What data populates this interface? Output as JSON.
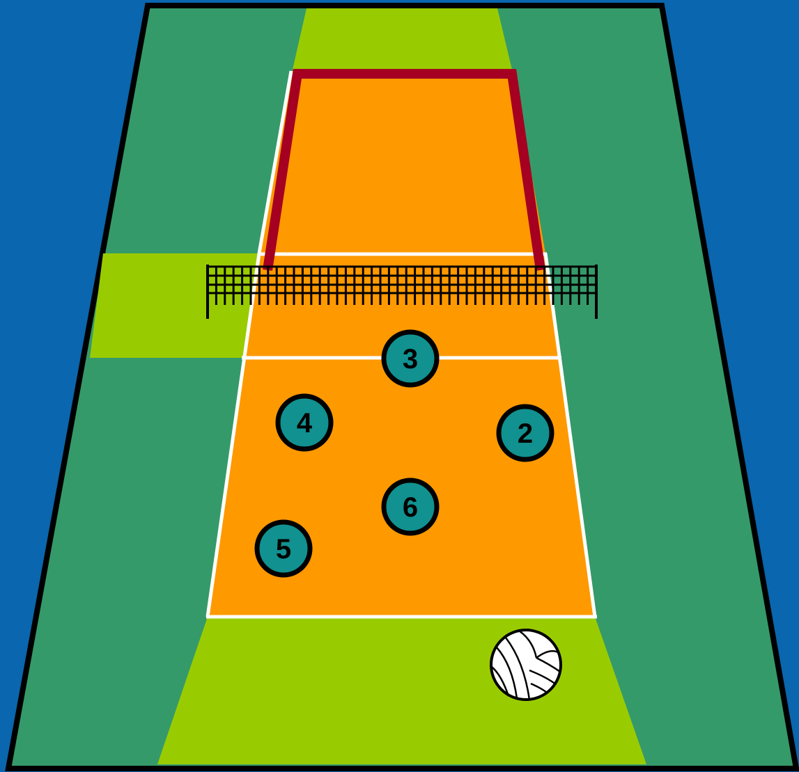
{
  "colors": {
    "background": "#0a66ae",
    "outer_court": "#359a6a",
    "free_zone": "#99cc00",
    "playing_court": "#ff9900",
    "court_lines": "#ffffff",
    "antenna_frame": "#a50021",
    "net": "#000000",
    "player_fill": "#11918f",
    "player_border": "#000000"
  },
  "players": [
    {
      "id": "p3",
      "number": "3"
    },
    {
      "id": "p4",
      "number": "4"
    },
    {
      "id": "p2",
      "number": "2"
    },
    {
      "id": "p6",
      "number": "6"
    },
    {
      "id": "p5",
      "number": "5"
    }
  ],
  "ball": {
    "icon": "volleyball-icon"
  }
}
